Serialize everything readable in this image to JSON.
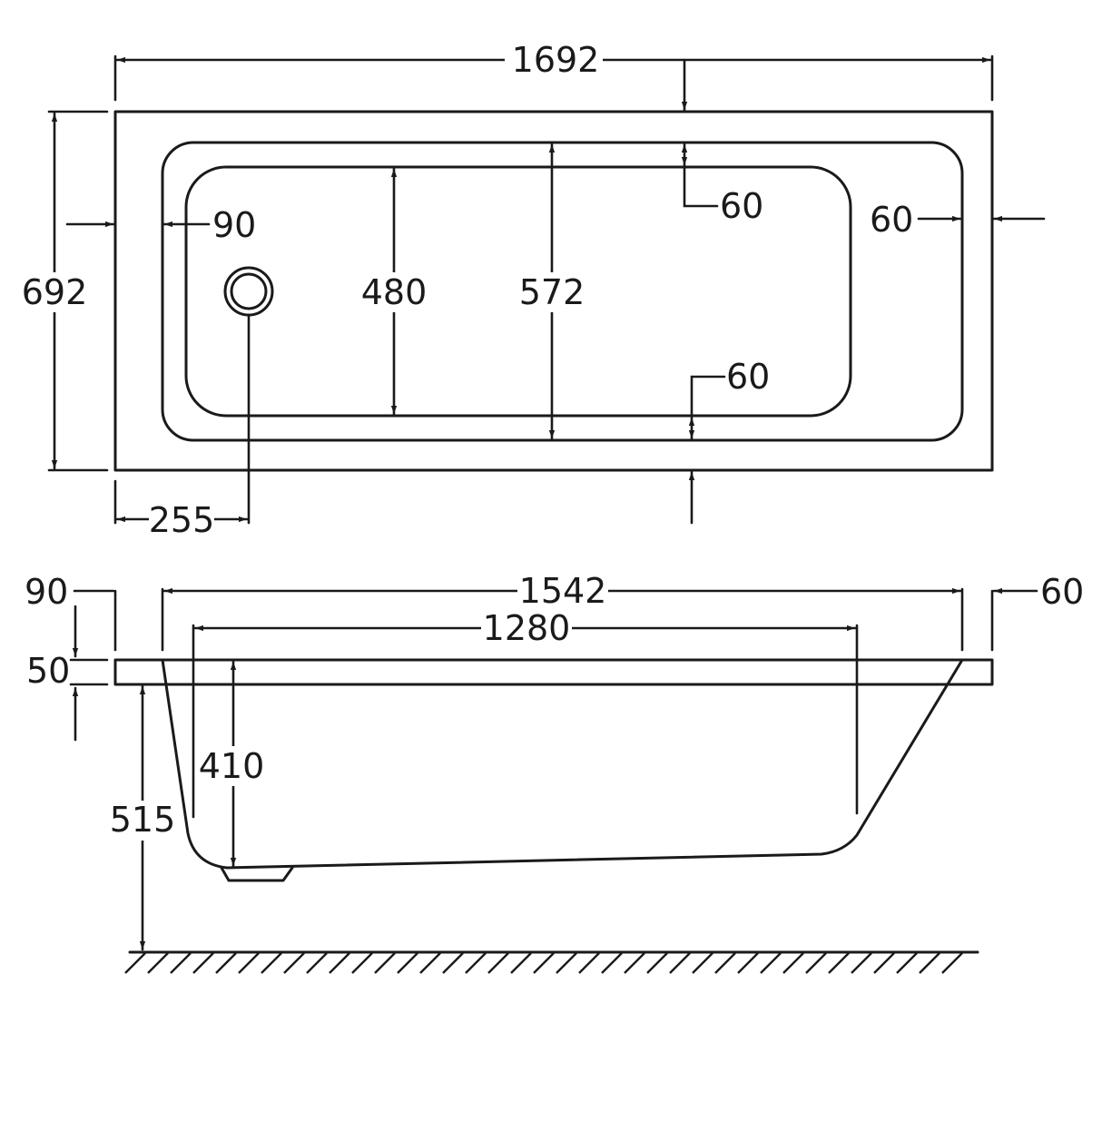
{
  "plan_view": {
    "overall_length": "1692",
    "overall_width": "692",
    "rim_left": "90",
    "rim_right": "60",
    "rim_top": "60",
    "rim_bottom": "60",
    "interior_width_bottom": "480",
    "interior_width_top": "572",
    "waste_offset": "255"
  },
  "side_view": {
    "rim_left": "90",
    "rim_right": "60",
    "top_length": "1542",
    "bottom_length": "1280",
    "rim_thickness": "50",
    "depth": "410",
    "total_height": "515"
  }
}
